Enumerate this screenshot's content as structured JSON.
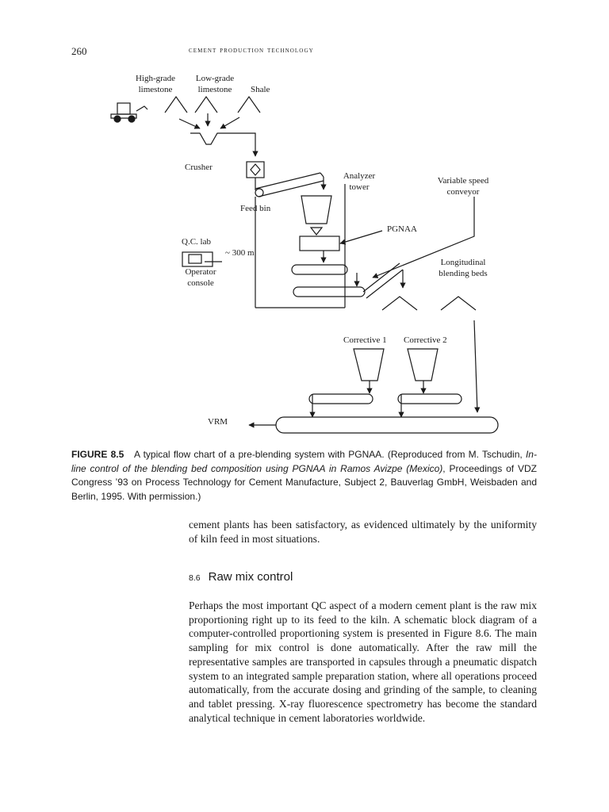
{
  "header": {
    "page_number": "260",
    "running_title": "Cement Production Technology"
  },
  "figure": {
    "labels": {
      "high_grade": "High-grade limestone",
      "low_grade": "Low-grade limestone",
      "shale": "Shale",
      "crusher": "Crusher",
      "analyzer_tower": "Analyzer tower",
      "variable_speed": "Variable speed conveyor",
      "feed_bin": "Feed bin",
      "pgnaa": "PGNAA",
      "qc_lab": "Q.C. lab",
      "distance": "~ 300 m",
      "operator_console": "Operator console",
      "longitudinal": "Longitudinal blending beds",
      "corrective1": "Corrective 1",
      "corrective2": "Corrective 2",
      "vrm": "VRM"
    }
  },
  "caption": {
    "label": "FIGURE 8.5",
    "text1": "A typical flow chart of a pre-blending system with PGNAA. (Reproduced from M. Tschudin, ",
    "italic": "In-line control of the blending bed composition using PGNAA in Ramos Avizpe (Mexico)",
    "text2": ", Proceedings of VDZ Congress ’93 on Process Technology for Cement Manufacture, Subject 2, Bauverlag GmbH, Weisbaden and Berlin, 1995. With permission.)"
  },
  "body": {
    "para1": "cement plants has been satisfactory, as evidenced ultimately by the uniformity of kiln feed in most situations.",
    "section_number": "8.6",
    "section_title": "Raw mix control",
    "para2": "Perhaps the most important QC aspect of a modern cement plant is the raw mix proportioning right up to its feed to the kiln. A schematic block diagram of a computer-controlled proportioning system is presented in Figure 8.6. The main sampling for mix control is done automatically. After the raw mill the representative samples are transported in capsules through a pneumatic dispatch system to an integrated sample preparation station, where all operations proceed automatically, from the accurate dosing and grinding of the sample, to cleaning and tablet pressing. X-ray fluorescence spectrometry has become the standard analytical technique in cement laboratories worldwide."
  }
}
